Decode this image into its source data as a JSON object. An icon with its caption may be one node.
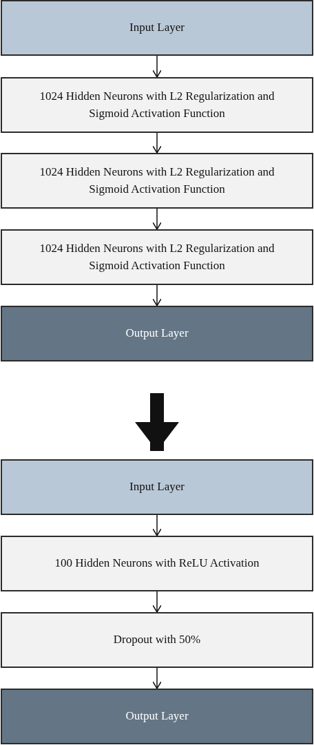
{
  "diagram": {
    "nodes": [
      {
        "text": [
          "Input Layer"
        ]
      },
      {
        "text": [
          "1024 Hidden Neurons with L2 Regularization and Sigmoid Activation Function"
        ]
      },
      {
        "text": [
          "1024 Hidden Neurons with L2 Regularization and Sigmoid Activation Function"
        ]
      },
      {
        "text": [
          "1024 Hidden Neurons with L2 Regularization and Sigmoid Activation Function"
        ]
      },
      {
        "text": [
          "Output Layer"
        ]
      },
      {
        "text": [
          "Input Layer"
        ]
      },
      {
        "text": [
          "100 Hidden Neurons with ReLU Activation"
        ]
      },
      {
        "text": [
          "Dropout with 50%"
        ]
      },
      {
        "text": [
          "Output Layer"
        ]
      }
    ],
    "edges": [
      {
        "from": 0,
        "to": 1,
        "arrow": "to"
      },
      {
        "from": 1,
        "to": 2,
        "arrow": "to"
      },
      {
        "from": 2,
        "to": 3,
        "arrow": "to"
      },
      {
        "from": 3,
        "to": 4,
        "arrow": "to"
      },
      {
        "from": 4,
        "to": 5,
        "arrow": "to",
        "style": "thick"
      },
      {
        "from": 5,
        "to": 6,
        "arrow": "to"
      },
      {
        "from": 6,
        "to": 7,
        "arrow": "to"
      },
      {
        "from": 7,
        "to": 8,
        "arrow": "to"
      }
    ]
  }
}
